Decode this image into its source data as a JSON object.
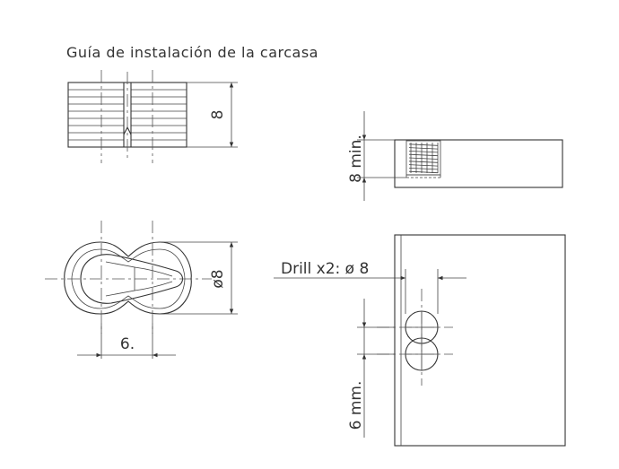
{
  "title": "Guía de instalación de la carcasa",
  "labels": {
    "height_top": "8",
    "diameter": "ø8",
    "spacing": "6.",
    "min_depth": "8 min.",
    "drill": "Drill x2: ø 8",
    "edge_distance": "6 mm."
  },
  "colors": {
    "line": "#333333",
    "background": "#ffffff"
  }
}
